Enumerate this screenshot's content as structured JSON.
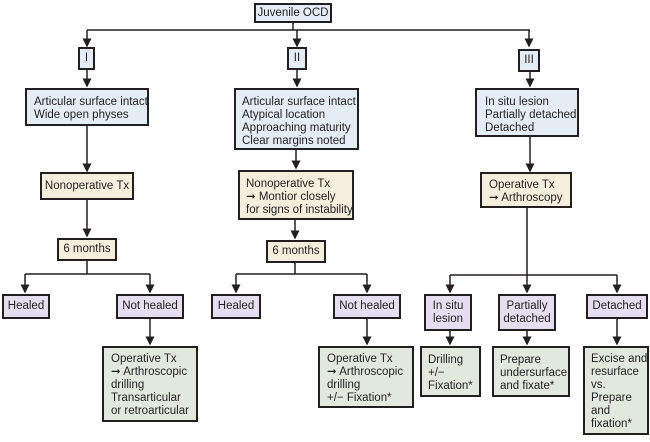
{
  "title": "Juvenile OCD",
  "colors": {
    "stage": "#e4ecf5",
    "treatment": "#f3efdc",
    "outcome": "#e3dff0",
    "procedure": "#e1e9df",
    "stroke": "#231f20"
  },
  "stages": [
    {
      "label": "I",
      "criteria": [
        "Articular surface intact",
        "Wide open physes"
      ],
      "treatment": [
        "Nonoperative Tx"
      ],
      "followup": "6 months",
      "outcomes": [
        "Healed",
        "Not healed"
      ],
      "procedure": [
        "Operative Tx",
        "➞ Arthroscopic",
        "drilling",
        "Transarticular",
        "or retroarticular"
      ]
    },
    {
      "label": "II",
      "criteria": [
        "Articular surface intact",
        "Atypical location",
        "Approaching maturity",
        "Clear margins noted"
      ],
      "treatment": [
        "Nonoperative Tx",
        "➞ Montior closely",
        "for signs of instability"
      ],
      "followup": "6 months",
      "outcomes": [
        "Healed",
        "Not healed"
      ],
      "procedure": [
        "Operative Tx",
        "➞ Arthroscopic",
        "drilling",
        "+/− Fixation*"
      ]
    },
    {
      "label": "III",
      "criteria": [
        "In situ lesion",
        "Partially detached",
        "Detached"
      ],
      "treatment": [
        "Operative Tx",
        "➞ Arthroscopy"
      ],
      "subtypes": [
        {
          "label": [
            "In situ",
            "lesion"
          ],
          "procedure": [
            "Drilling",
            "+/−",
            "Fixation*"
          ]
        },
        {
          "label": [
            "Partially",
            "detached"
          ],
          "procedure": [
            "Prepare",
            "undersurface",
            "and fixate*"
          ]
        },
        {
          "label": [
            "Detached"
          ],
          "procedure": [
            "Excise and",
            "resurface",
            "vs.",
            "Prepare",
            "and",
            "fixation*"
          ]
        }
      ]
    }
  ]
}
